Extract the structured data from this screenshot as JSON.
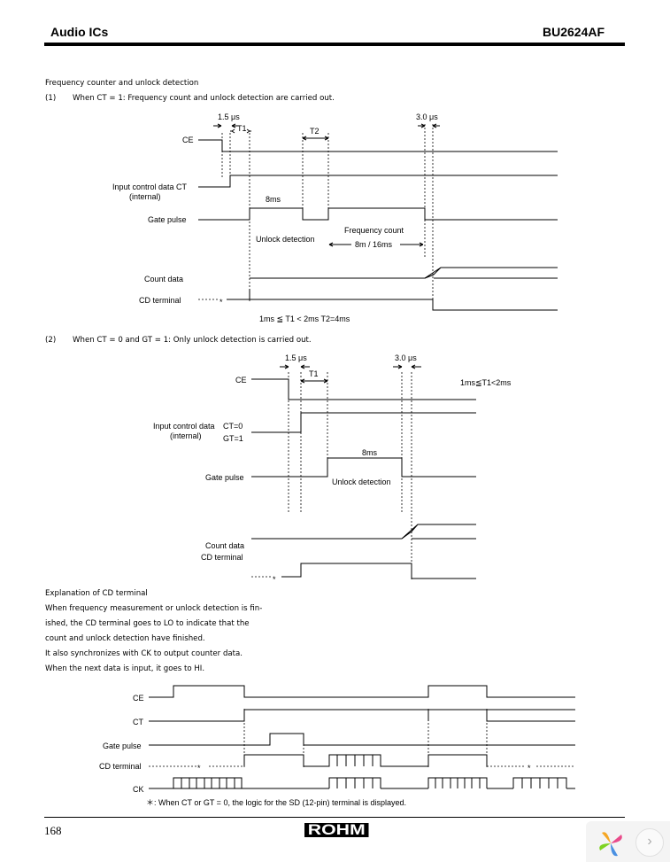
{
  "header": {
    "left": "Audio ICs",
    "right": "BU2624AF"
  },
  "section_title": "Frequency counter and unlock detection",
  "item1": {
    "num": "(1)",
    "text": "When CT = 1: Frequency count and unlock detection are carried out."
  },
  "d1": {
    "t15": "1.5 μs",
    "t1": "T1",
    "t2": "T2",
    "t30": "3.0 μs",
    "ce": "CE",
    "icd": "Input control data  CT",
    "internal": "(internal)",
    "gate": "Gate pulse",
    "ms8": "8ms",
    "unlock": "Unlock detection",
    "freq": "Frequency count",
    "freqv": "8m / 16ms",
    "count": "Count data",
    "cd": "CD terminal",
    "star": "*",
    "cond": "1ms  ≦  T1 <  2ms      T2=4ms"
  },
  "item2": {
    "num": "(2)",
    "text": "When CT = 0 and GT = 1: Only unlock detection is carried out."
  },
  "d2": {
    "t15": "1.5 μs",
    "t1": "T1",
    "t30": "3.0 μs",
    "cond": "1ms≦T1<2ms",
    "ce": "CE",
    "icd": "Input control data",
    "ct0": "CT=0",
    "gt1": "GT=1",
    "internal": "(internal)",
    "gate": "Gate pulse",
    "ms8": "8ms",
    "unlock": "Unlock detection",
    "count": "Count data",
    "cd": "CD terminal",
    "star": "*"
  },
  "explain": {
    "title": "Explanation of CD terminal",
    "lines": [
      "When frequency measurement or unlock detection is fin-",
      "ished, the CD terminal goes to LO to indicate that the",
      "count and unlock detection have finished.",
      "It also synchronizes with CK to output counter data.",
      "When the next data is input, it goes to HI."
    ]
  },
  "d3": {
    "ce": "CE",
    "ct": "CT",
    "gate": "Gate pulse",
    "cd": "CD terminal",
    "ck": "CK",
    "star": "*",
    "note": "＊: When CT or GT = 0, the logic for the SD (12-pin) terminal is displayed."
  },
  "footer": {
    "page": "168",
    "logo": "ROHM",
    "next": "›"
  }
}
